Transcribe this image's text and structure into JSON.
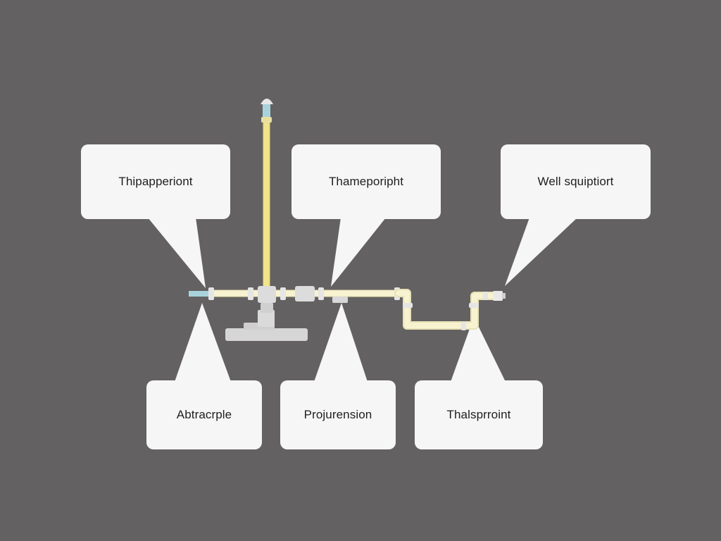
{
  "callouts": {
    "top_left": "Thipapperiont",
    "top_center": "Thameporipht",
    "top_right": "Well squiptiort",
    "bottom_left": "Abtracrple",
    "bottom_center": "Projurension",
    "bottom_right": "Thalsprroint"
  },
  "colors": {
    "background": "#646162",
    "callout_fill": "#f6f6f6",
    "pipe_yellow": "#f2e48a",
    "pipe_cream": "#f7f2d0",
    "pipe_blue": "#a9d3dc",
    "fitting_grey": "#dcdcdc"
  },
  "icons": {
    "valve": "pipe-valve-icon",
    "base": "pipe-base-icon",
    "cap": "pipe-cap-icon"
  }
}
